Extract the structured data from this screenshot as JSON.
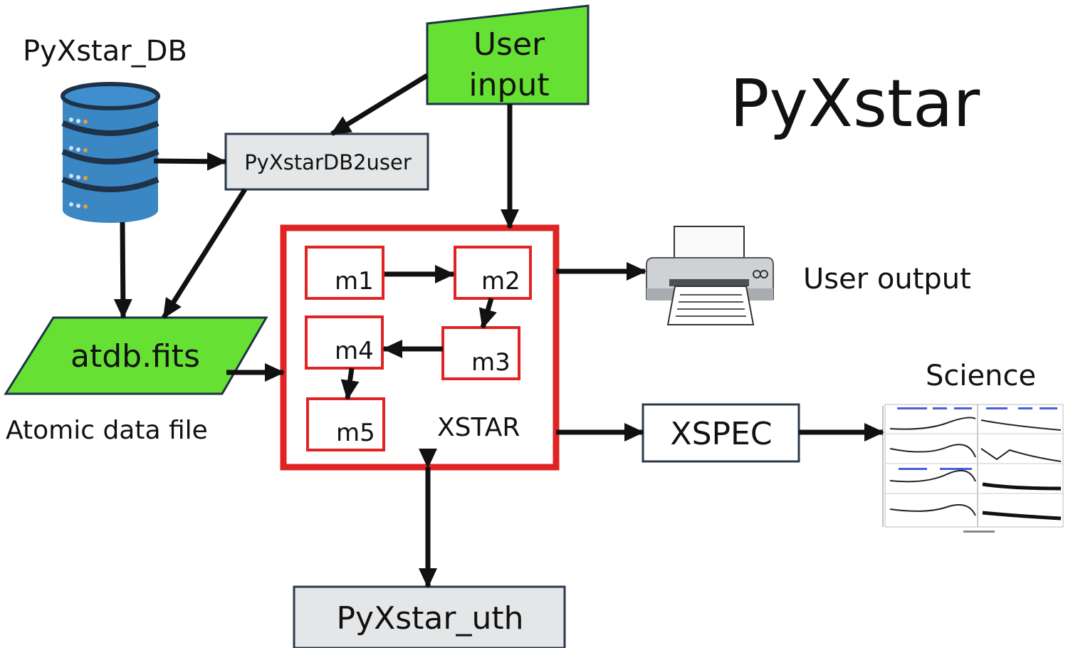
{
  "diagram": {
    "title": "PyXstar",
    "database_label": "PyXstar_DB",
    "user_input_label": "User input",
    "db2user_label": "PyXstarDB2user",
    "atdb_label": "atdb.fits",
    "atomic_data_label": "Atomic data file",
    "xstar_label": "XSTAR",
    "modules": [
      "m1",
      "m2",
      "m3",
      "m4",
      "m5"
    ],
    "user_output_label": "User output",
    "xspec_label": "XSPEC",
    "science_label": "Science",
    "uth_label": "PyXstar_uth"
  },
  "colors": {
    "input_green": "#66e033",
    "xstar_red": "#e02424",
    "box_gray": "#e4e6e8",
    "db_blue": "#3a87c4",
    "db_dark": "#1e3248",
    "arrow": "#111111"
  },
  "icons": [
    "database-icon",
    "printer-icon",
    "spectra-plot-icon"
  ]
}
